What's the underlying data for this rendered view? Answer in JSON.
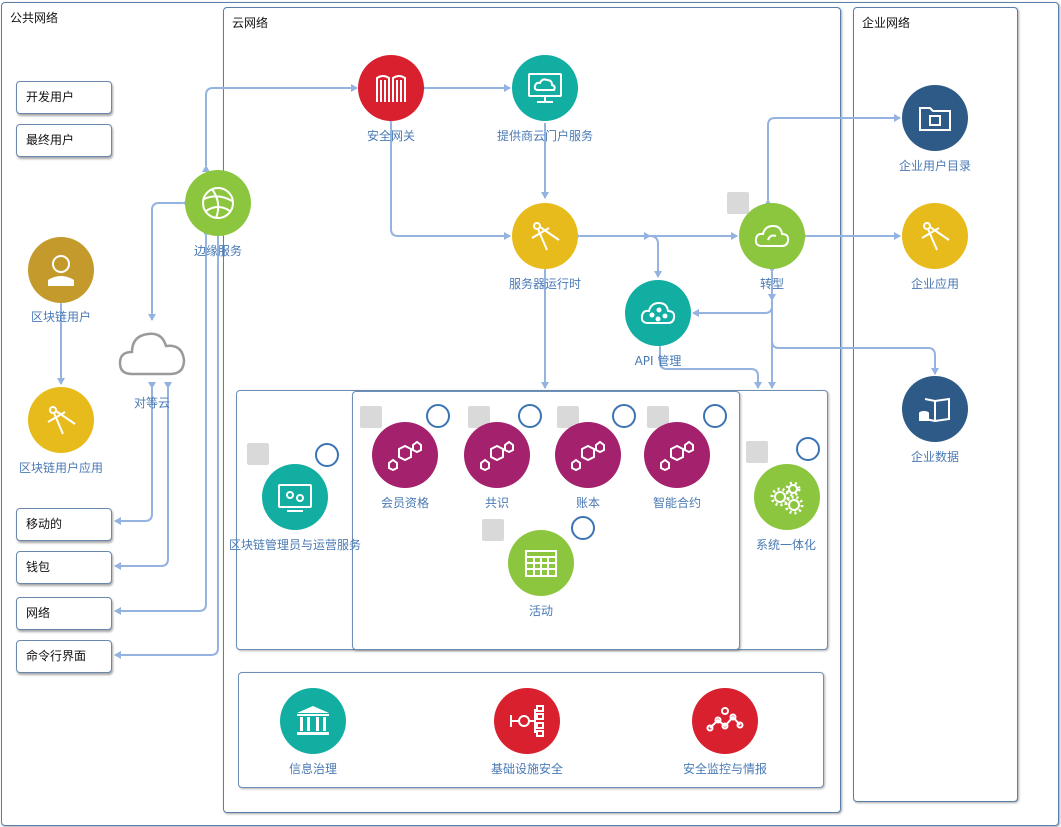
{
  "zones": {
    "public": "公共网络",
    "cloud": "云网络",
    "enterprise": "企业网络"
  },
  "public_boxes": {
    "developer": "开发用户",
    "end_user": "最终用户",
    "mobile": "移动的",
    "wallet": "钱包",
    "network": "网络",
    "cli": "命令行界面"
  },
  "nodes": {
    "blockchain_user": "区块链用户",
    "blockchain_user_app": "区块链用户应用",
    "edge_services": "边缘服务",
    "peer_cloud": "对等云",
    "security_gateway": "安全网关",
    "provider_portal": "提供商云门户服务",
    "server_runtime": "服务器运行时",
    "api_management": "API 管理",
    "transformation": "转型",
    "enterprise_user_directory": "企业用户目录",
    "enterprise_apps": "企业应用",
    "enterprise_data": "企业数据",
    "blockchain_admin": "区块链管理员与运营服务",
    "membership": "会员资格",
    "consensus": "共识",
    "ledger": "账本",
    "smart_contract": "智能合约",
    "events": "活动",
    "system_integration": "系统一体化",
    "info_governance": "信息治理",
    "infra_security": "基础设施安全",
    "security_monitoring": "安全监控与情报"
  },
  "colors": {
    "red": "#d9202f",
    "teal": "#12aea1",
    "yellow": "#e8bb1c",
    "green": "#8cc63f",
    "navy": "#2d5a86",
    "gold": "#c39a2b",
    "magenta": "#a3216d",
    "line": "#94b3e0"
  }
}
